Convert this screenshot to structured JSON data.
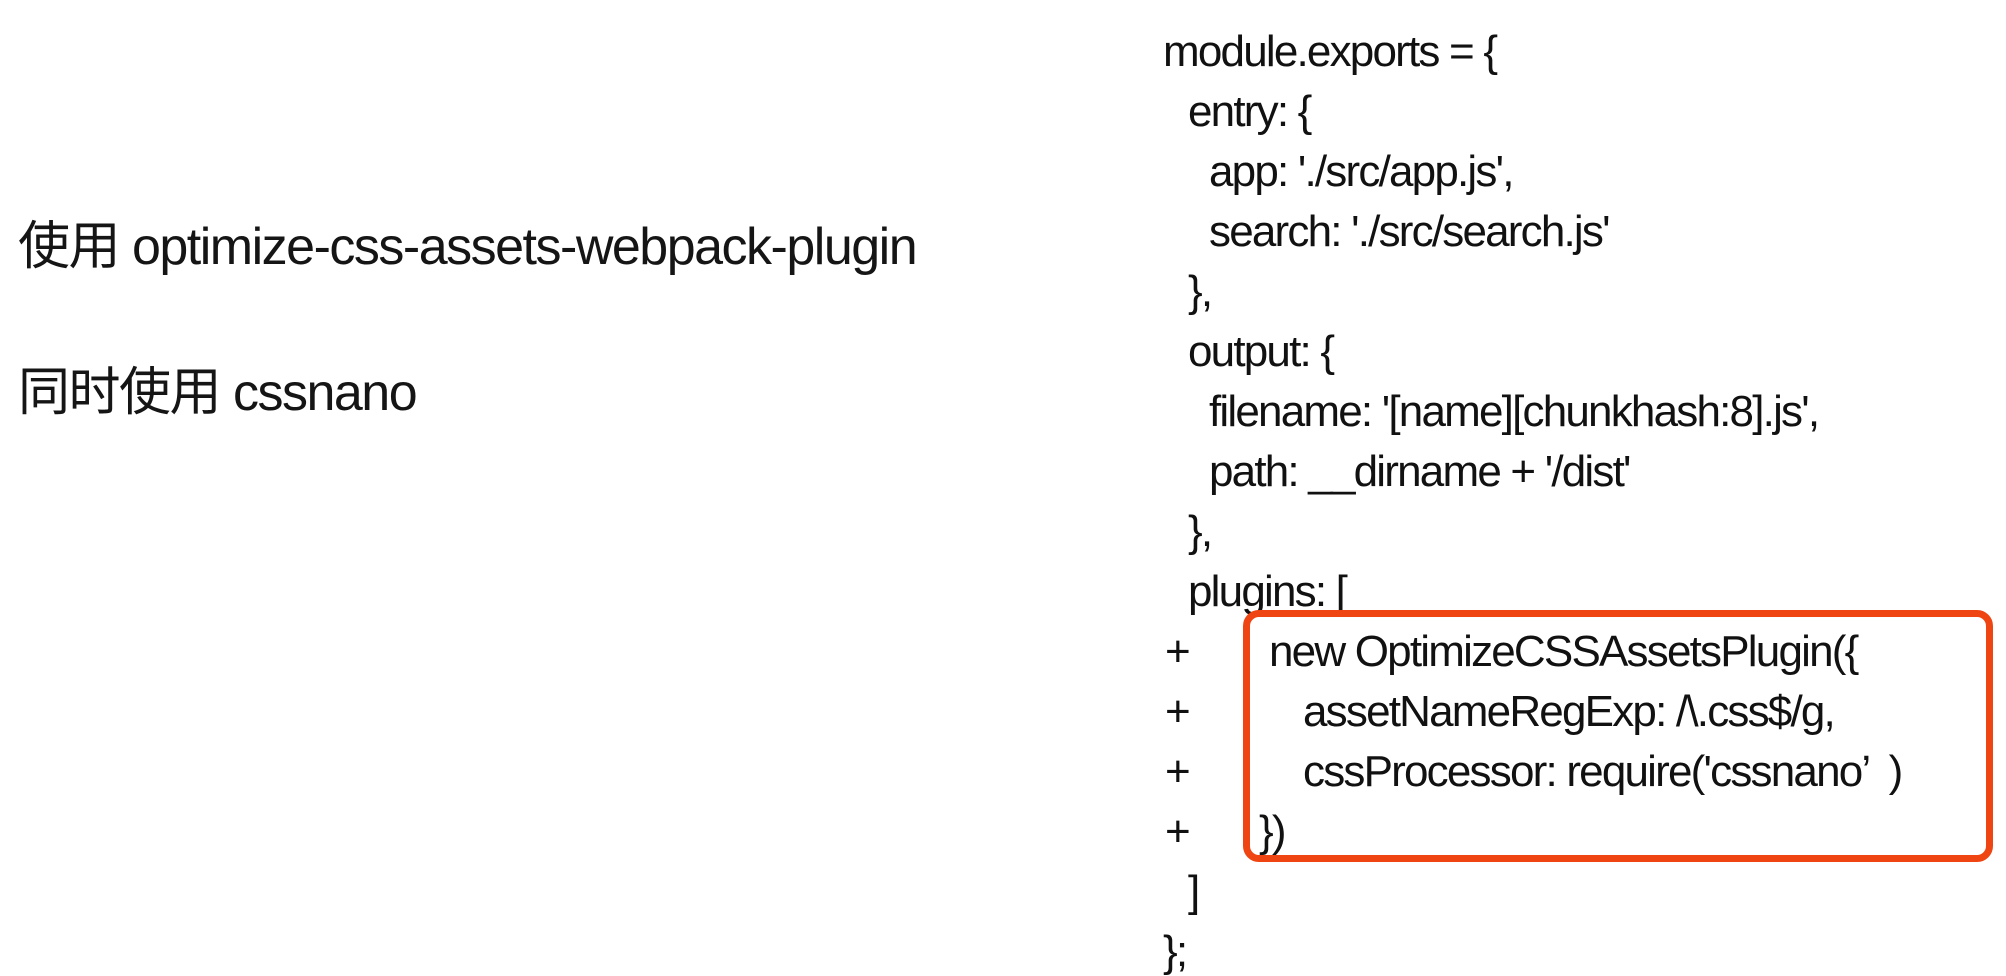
{
  "slide": {
    "notes": [
      {
        "text": "使用 optimize-css-assets-webpack-plugin"
      },
      {
        "text": "同时使用 cssnano"
      }
    ],
    "code": {
      "highlight_color": "#ee4513",
      "lines": [
        {
          "gutter": "",
          "text": "module.exports = {"
        },
        {
          "gutter": "",
          "text": "entry: {"
        },
        {
          "gutter": "",
          "text": "app: './src/app.js',"
        },
        {
          "gutter": "",
          "text": "search: './src/search.js'"
        },
        {
          "gutter": "",
          "text": "},"
        },
        {
          "gutter": "",
          "text": "output: {"
        },
        {
          "gutter": "",
          "text": "filename: '[name][chunkhash:8].js',"
        },
        {
          "gutter": "",
          "text": "path: __dirname + '/dist'"
        },
        {
          "gutter": "",
          "text": "},"
        },
        {
          "gutter": "",
          "text": "plugins: ["
        },
        {
          "gutter": "+",
          "text": "new OptimizeCSSAssetsPlugin({"
        },
        {
          "gutter": "+",
          "text": "assetNameRegExp: /\\.css$/g,"
        },
        {
          "gutter": "+",
          "text": "cssProcessor: require('cssnano’  )"
        },
        {
          "gutter": "+",
          "text": "})"
        },
        {
          "gutter": "",
          "text": "]"
        },
        {
          "gutter": "",
          "text": "};"
        }
      ]
    }
  }
}
